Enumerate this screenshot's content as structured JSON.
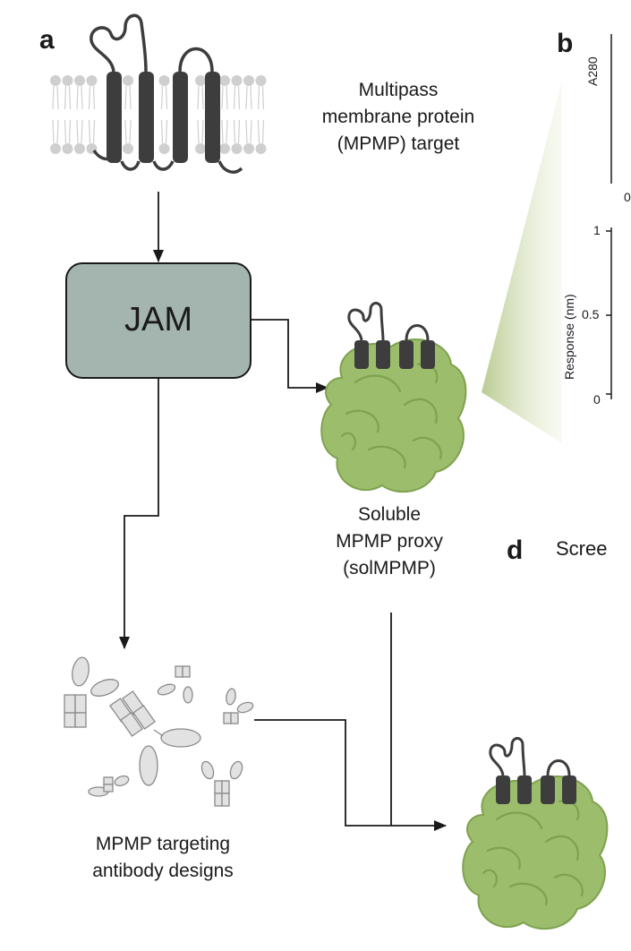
{
  "panels": {
    "a": "a",
    "b": "b",
    "d": "d"
  },
  "labels": {
    "target": [
      "Multipass",
      "membrane protein",
      "(MPMP) target"
    ],
    "jam": "JAM",
    "proxy": [
      "Soluble",
      "MPMP proxy",
      "(solMPMP)"
    ],
    "antibodies": [
      "MPMP targeting",
      "antibody designs"
    ],
    "screen_partial": "Scree"
  },
  "panel_b": {
    "top_ylabel": "A280",
    "top_tick": "0",
    "ylabel": "Response (nm)",
    "yticks": [
      "1",
      "0.5",
      "0"
    ]
  },
  "colors": {
    "jam_box": "#a3b5ae",
    "protein_green": "#9cbd6b",
    "helix_dark": "#3d3d3d",
    "lipid_gray": "#cfcfcf"
  }
}
